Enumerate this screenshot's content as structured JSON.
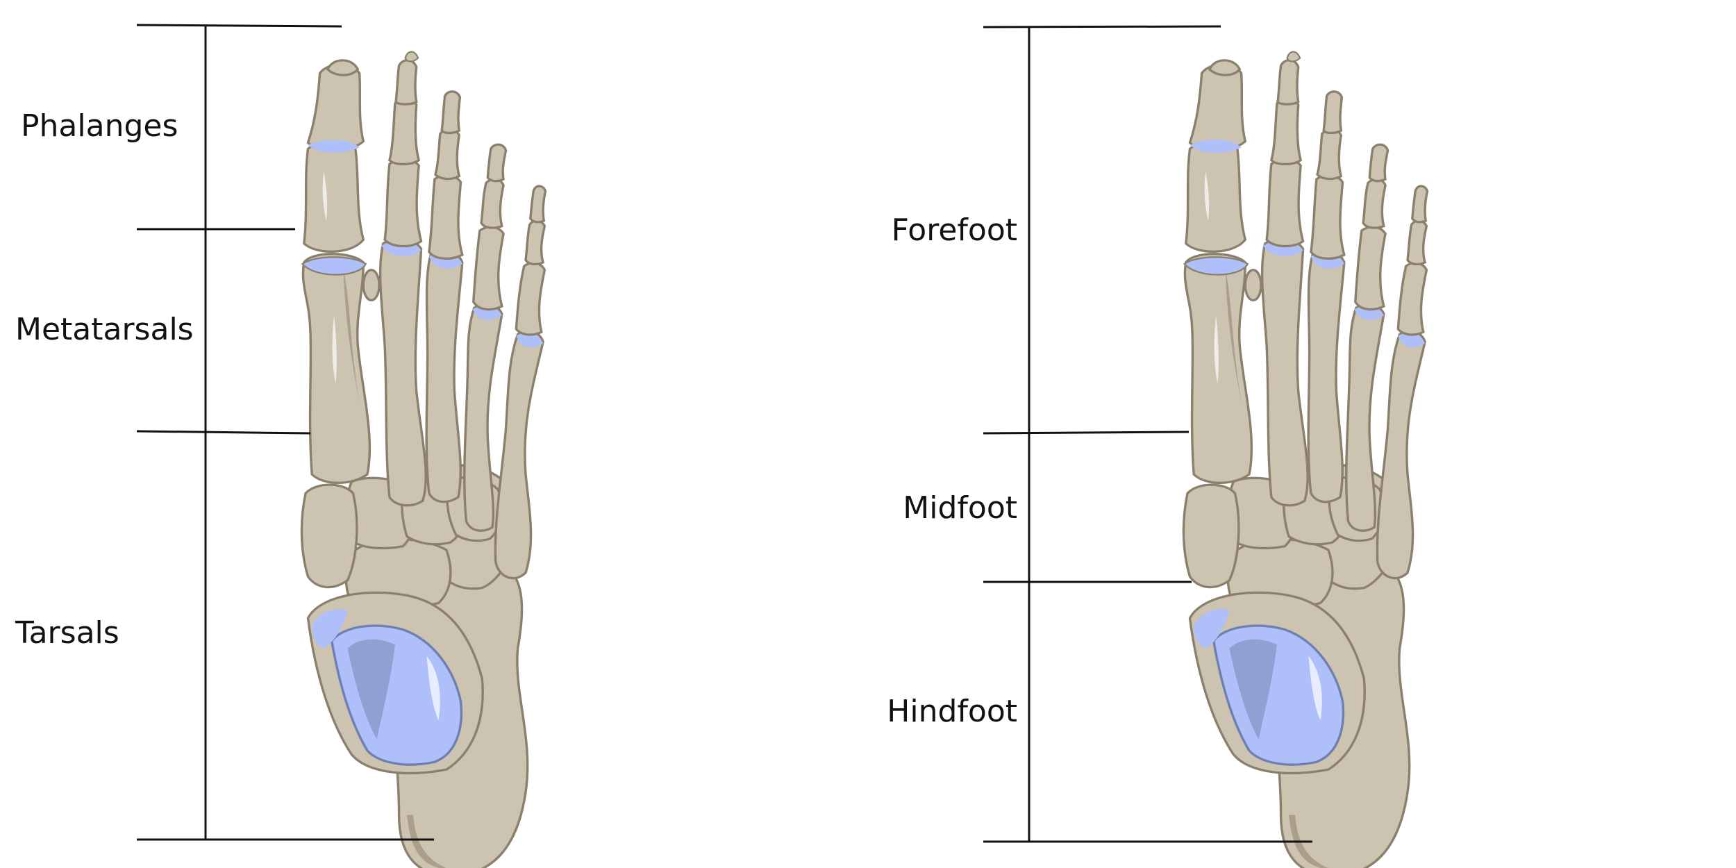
{
  "left_panel": {
    "labels": {
      "phalanges": "Phalanges",
      "metatarsals": "Metatarsals",
      "tarsals": "Tarsals"
    }
  },
  "right_panel": {
    "labels": {
      "forefoot": "Forefoot",
      "midfoot": "Midfoot",
      "hindfoot": "Hindfoot"
    }
  },
  "colors": {
    "bone": "#cdc3b1",
    "bone_shadow": "#a99f8a",
    "bone_outline": "#8a806d",
    "cartilage": "#aebffa",
    "cartilage_dark": "#8a98c8",
    "line": "#111111"
  }
}
